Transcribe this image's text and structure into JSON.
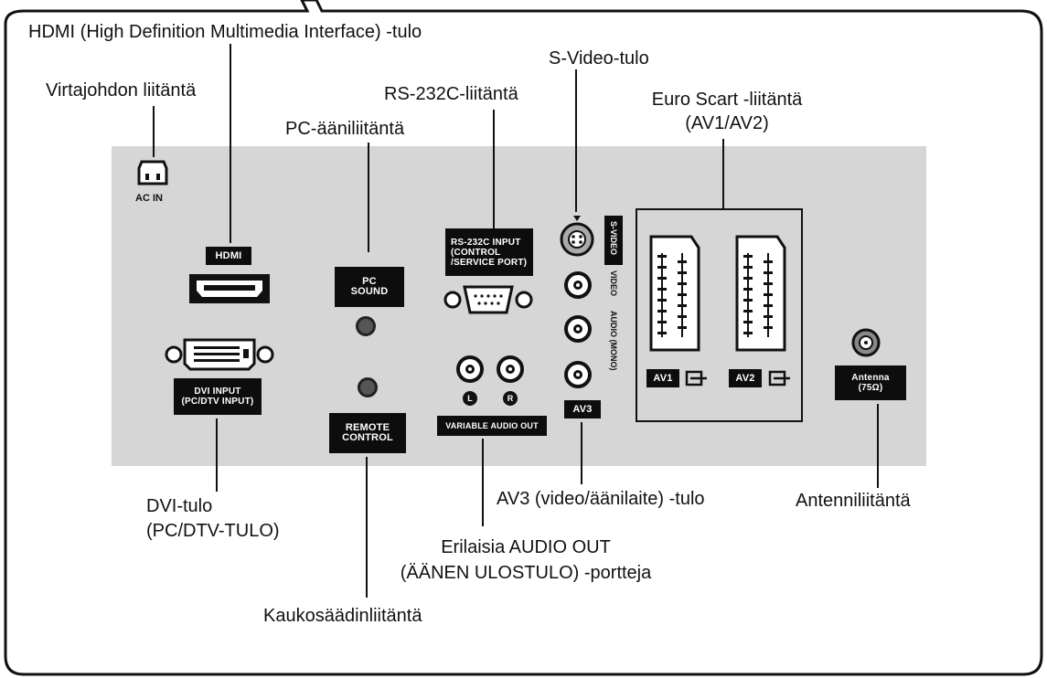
{
  "callouts": {
    "hdmi": "HDMI (High Definition Multimedia Interface) -tulo",
    "svideo": "S-Video-tulo",
    "power": "Virtajohdon liitäntä",
    "rs232": "RS-232C-liitäntä",
    "euro_scart_line1": "Euro Scart -liitäntä",
    "euro_scart_line2": "(AV1/AV2)",
    "pc_audio": "PC-ääniliitäntä",
    "dvi_line1": "DVI-tulo",
    "dvi_line2": "(PC/DTV-TULO)",
    "av3": "AV3 (video/äänilaite) -tulo",
    "antenna": "Antenniliitäntä",
    "audio_out_line1": "Erilaisia AUDIO OUT",
    "audio_out_line2": "(ÄÄNEN ULOSTULO) -portteja",
    "remote": "Kaukosäädinliitäntä"
  },
  "panel_labels": {
    "ac_in": "AC IN",
    "hdmi": "HDMI",
    "pc_sound_1": "PC",
    "pc_sound_2": "SOUND",
    "rs232_1": "RS-232C INPUT",
    "rs232_2": "(CONTROL",
    "rs232_3": "/SERVICE PORT)",
    "dvi_1": "DVI INPUT",
    "dvi_2": "(PC/DTV INPUT)",
    "remote_1": "REMOTE",
    "remote_2": "CONTROL",
    "variable_audio_out": "VARIABLE AUDIO OUT",
    "left": "L",
    "right": "R",
    "s_video": "S-VIDEO",
    "video": "VIDEO",
    "audio_mono": "AUDIO (MONO)",
    "av3": "AV3",
    "av1": "AV1",
    "av2": "AV2",
    "antenna_1": "Antenna",
    "antenna_2": "(75Ω)"
  }
}
